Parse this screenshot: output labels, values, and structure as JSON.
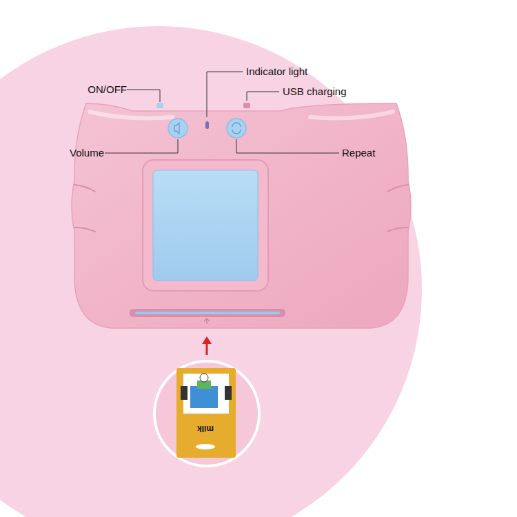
{
  "diagram": {
    "labels": [
      "ON/OFF",
      "Indicator light",
      "USB charging",
      "Volume",
      "Repeat",
      "milk"
    ]
  }
}
